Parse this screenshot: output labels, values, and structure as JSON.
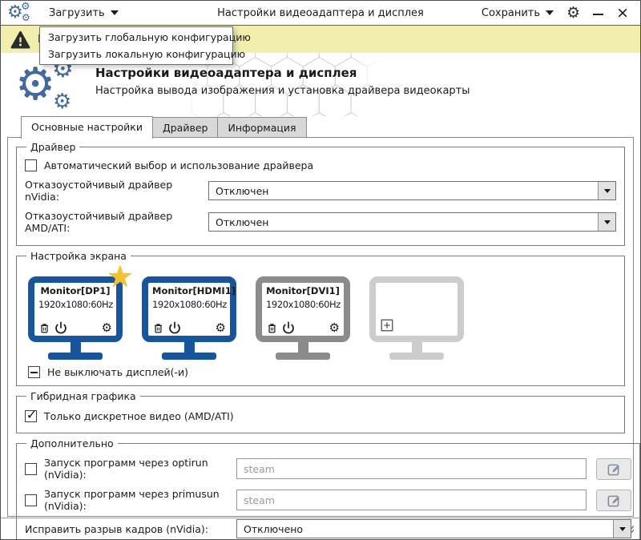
{
  "titlebar": {
    "load_label": "Загрузить",
    "title": "Настройки видеоадаптера и дисплея",
    "save_label": "Сохранить",
    "minimize_glyph": "–",
    "close_glyph": "×"
  },
  "load_menu": {
    "items": [
      "Загрузить глобальную конфигурацию",
      "Загрузить локальную конфигурацию"
    ]
  },
  "warning_bar": {
    "visible_text": "В"
  },
  "header": {
    "title": "Настройки видеоадаптера и дисплея",
    "subtitle": "Настройка вывода изображения и установка драйвера видеокарты"
  },
  "tabs": [
    {
      "label": "Основные настройки",
      "active": true
    },
    {
      "label": "Драйвер",
      "active": false
    },
    {
      "label": "Информация",
      "active": false
    }
  ],
  "driver_group": {
    "legend": "Драйвер",
    "auto_driver_checkbox": {
      "label": "Автоматический выбор и использование драйвера",
      "checked": false
    },
    "nvidia_failsafe": {
      "label": "Отказоустойчивый драйвер nVidia:",
      "value": "Отключен"
    },
    "amd_failsafe": {
      "label": "Отказоустойчивый драйвер AMD/ATI:",
      "value": "Отключен"
    }
  },
  "screen_group": {
    "legend": "Настройка экрана",
    "monitors": [
      {
        "name": "Monitor[DP1]",
        "resolution": "1920x1080:60Hz",
        "has_star": true,
        "frame_color": "#19559a"
      },
      {
        "name": "Monitor[HDMI1]",
        "resolution": "1920x1080:60Hz",
        "has_star": false,
        "frame_color": "#19559a"
      },
      {
        "name": "Monitor[DVI1]",
        "resolution": "1920x1080:60Hz",
        "has_star": false,
        "frame_color": "#8b8b8b"
      }
    ],
    "add_slot_color": "#cdcdcd",
    "keep_on_checkbox": {
      "label": "Не выключать дисплей(-и)",
      "state": "indeterminate"
    }
  },
  "hybrid_group": {
    "legend": "Гибридная графика",
    "discrete_checkbox": {
      "label": "Только дискретное видео (AMD/ATI)",
      "checked": true
    }
  },
  "extra_group": {
    "legend": "Дополнительно",
    "optirun": {
      "label": "Запуск программ через optirun (nVidia):",
      "checked": false,
      "placeholder": "steam",
      "value": ""
    },
    "primusun": {
      "label": "Запуск программ через primusun (nVidia):",
      "checked": false,
      "placeholder": "steam",
      "value": ""
    },
    "tear_fix": {
      "label": "Исправить разрыв кадров (nVidia):",
      "value": "Отключено"
    }
  },
  "colors": {
    "warning_bg": "#f1eeae",
    "accent_blue": "#44699e",
    "monitor_active": "#19559a",
    "monitor_connected": "#8b8b8b",
    "monitor_empty": "#cdcdcd",
    "star": "#f1c232"
  }
}
